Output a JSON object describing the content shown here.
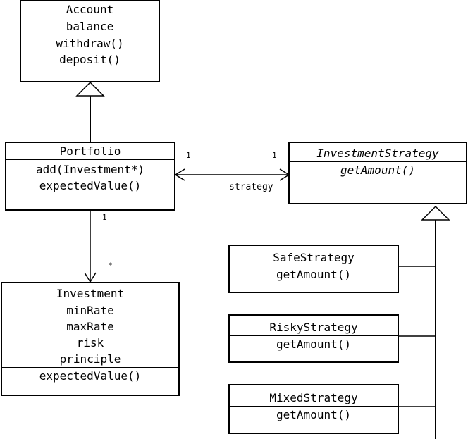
{
  "classes": {
    "account": {
      "name": "Account",
      "attributes": [
        "balance"
      ],
      "methods": [
        "withdraw()",
        "deposit()"
      ]
    },
    "portfolio": {
      "name": "Portfolio",
      "methods": [
        "add(Investment*)",
        "expectedValue()"
      ]
    },
    "investment_strategy": {
      "name": "InvestmentStrategy",
      "methods": [
        "getAmount()"
      ]
    },
    "investment": {
      "name": "Investment",
      "attributes": [
        "minRate",
        "maxRate",
        "risk",
        "principle"
      ],
      "methods": [
        "expectedValue()"
      ]
    },
    "safe_strategy": {
      "name": "SafeStrategy",
      "methods": [
        "getAmount()"
      ]
    },
    "risky_strategy": {
      "name": "RiskyStrategy",
      "methods": [
        "getAmount()"
      ]
    },
    "mixed_strategy": {
      "name": "MixedStrategy",
      "methods": [
        "getAmount()"
      ]
    }
  },
  "associations": {
    "strategy": {
      "role": "strategy",
      "mult_portfolio": "1",
      "mult_strategy": "1"
    },
    "investment": {
      "mult_portfolio": "1",
      "mult_investment": "*"
    }
  }
}
